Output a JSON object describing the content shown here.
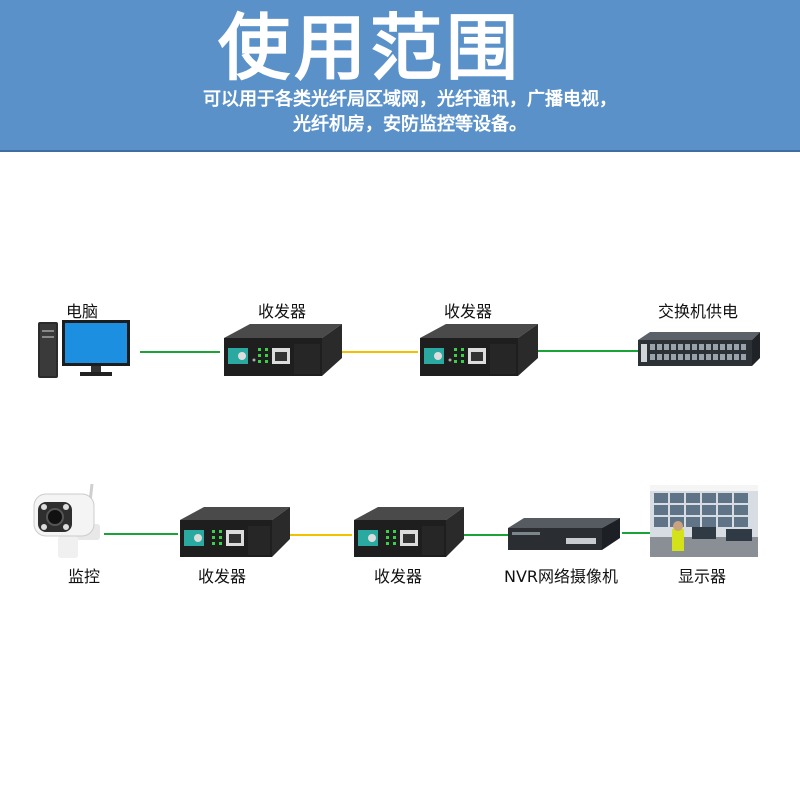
{
  "header": {
    "title": "使用范围",
    "subtitle_line1": "可以用于各类光纤局区域网，光纤通讯，广播电视，",
    "subtitle_line2": "光纤机房，安防监控等设备。"
  },
  "row1": {
    "computer_label": "电脑",
    "transceiver1_label": "收发器",
    "transceiver2_label": "收发器",
    "switch_label": "交换机供电"
  },
  "row2": {
    "camera_label": "监控",
    "transceiver1_label": "收发器",
    "transceiver2_label": "收发器",
    "nvr_label": "NVR网络摄像机",
    "monitor_label": "显示器"
  },
  "colors": {
    "banner": "#5b91c9",
    "copper_cable": "#1aa337",
    "fiber_cable": "#f2c200"
  }
}
